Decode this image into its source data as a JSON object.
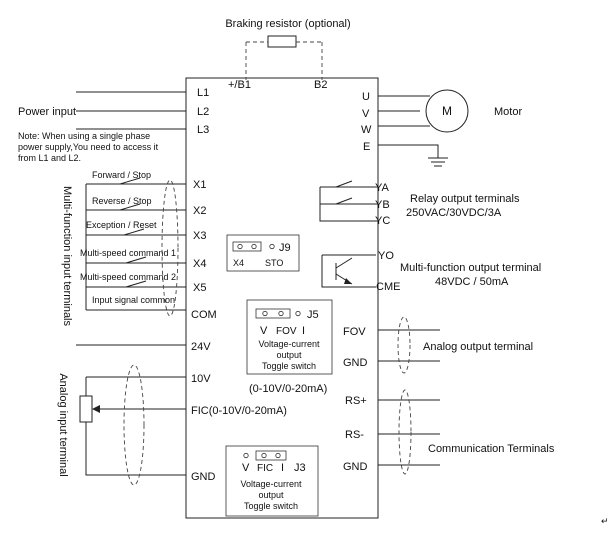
{
  "braking_resistor": "Braking resistor (optional)",
  "bus_terminals": {
    "pb1": "+/B1",
    "b2": "B2"
  },
  "input_terminals": [
    "L1",
    "L2",
    "L3"
  ],
  "power_input": "Power input",
  "note": [
    "Note: When using a single phase",
    "power supply,You need to access it",
    "from L1 and L2."
  ],
  "multifunction_input_label": "Multi-function input terminals",
  "switches": [
    "Forward / Stop",
    "Reverse / Stop",
    "Exception / Reset",
    "Multi-speed command 1",
    "Multi-speed command 2",
    "Input signal common"
  ],
  "x_terminals": [
    "X1",
    "X2",
    "X3",
    "X4",
    "X5",
    "COM"
  ],
  "j9": {
    "name": "J9",
    "left": "X4",
    "right": "STO"
  },
  "v24": "24V",
  "analog_input_label": "Analog input terminal",
  "v10": "10V",
  "fic": "FIC(0-10V/0-20mA)",
  "gnd": "GND",
  "j5": {
    "name": "J5",
    "v": "V",
    "fov": "FOV",
    "i": "I",
    "desc": [
      "Voltage-current",
      "output",
      "Toggle switch"
    ]
  },
  "fov_range": "(0-10V/0-20mA)",
  "j3": {
    "name": "J3",
    "v": "V",
    "fic": "FIC",
    "i": "I",
    "desc": [
      "Voltage-current",
      "output",
      "Toggle switch"
    ]
  },
  "motor_terminals": [
    "U",
    "V",
    "W"
  ],
  "earth_terminal": "E",
  "motor_symbol": "M",
  "motor_label": "Motor",
  "relay_terminals": [
    "YA",
    "YB",
    "YC"
  ],
  "relay_label": [
    "Relay output terminals",
    "250VAC/30VDC/3A"
  ],
  "mf_output_terminals": [
    "YO",
    "CME"
  ],
  "mf_output_label": [
    "Multi-function output terminal",
    "48VDC / 50mA"
  ],
  "analog_out_terminals": [
    "FOV",
    "GND"
  ],
  "analog_out_label": "Analog output terminal",
  "comm_terminals": [
    "RS+",
    "RS-",
    "GND"
  ],
  "comm_label": "Communication Terminals",
  "corner_mark": "↵"
}
